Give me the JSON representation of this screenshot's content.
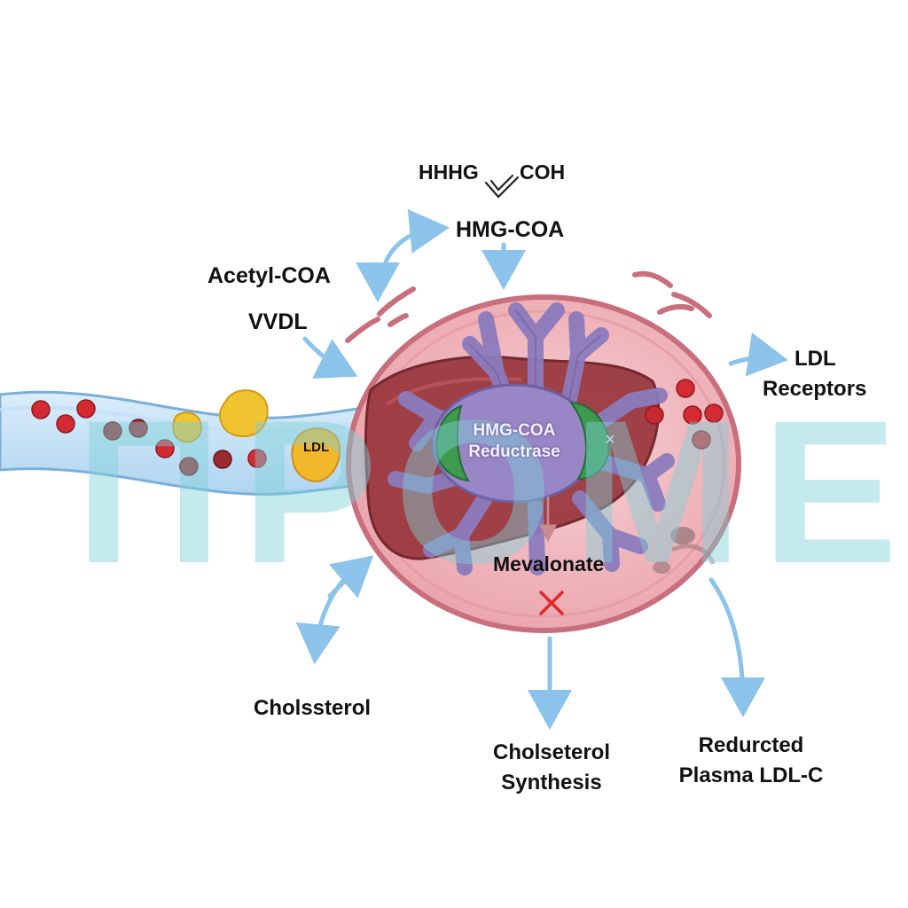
{
  "diagram": {
    "labels": {
      "formula": "HHHG",
      "formula_tail": "COH",
      "hmg_coa": "HMG-COA",
      "acetyl_coa": "Acetyl-COA",
      "vvdl": "VVDL",
      "ldl_receptors_1": "LDL",
      "ldl_receptors_2": "Receptors",
      "ldl_particle": "LDL",
      "enzyme_1": "HMG-COA",
      "enzyme_2": "Reductrase",
      "mevalonate": "Mevalonate",
      "cholesterol": "Cholssterol",
      "synthesis_1": "Cholseterol",
      "synthesis_2": "Synthesis",
      "reduced_1": "Redurcted",
      "reduced_2": "Plasma LDL-C"
    },
    "watermark": "ПРОМЕД",
    "colors": {
      "arrow": "#8cc3ea",
      "cell_fill": "#f0b9bf",
      "cell_border": "#c96f7c",
      "liver": "#9b3a40",
      "enzyme": "#8c7bbd",
      "green": "#3d9a4e",
      "red_dot": "#d42a32",
      "ldl_yellow": "#f0c431",
      "vessel": "#8cc3ea",
      "inhibit_x": "#e02a2a"
    },
    "icons": [
      "inhibition-x-icon",
      "double-bond-icon"
    ]
  }
}
